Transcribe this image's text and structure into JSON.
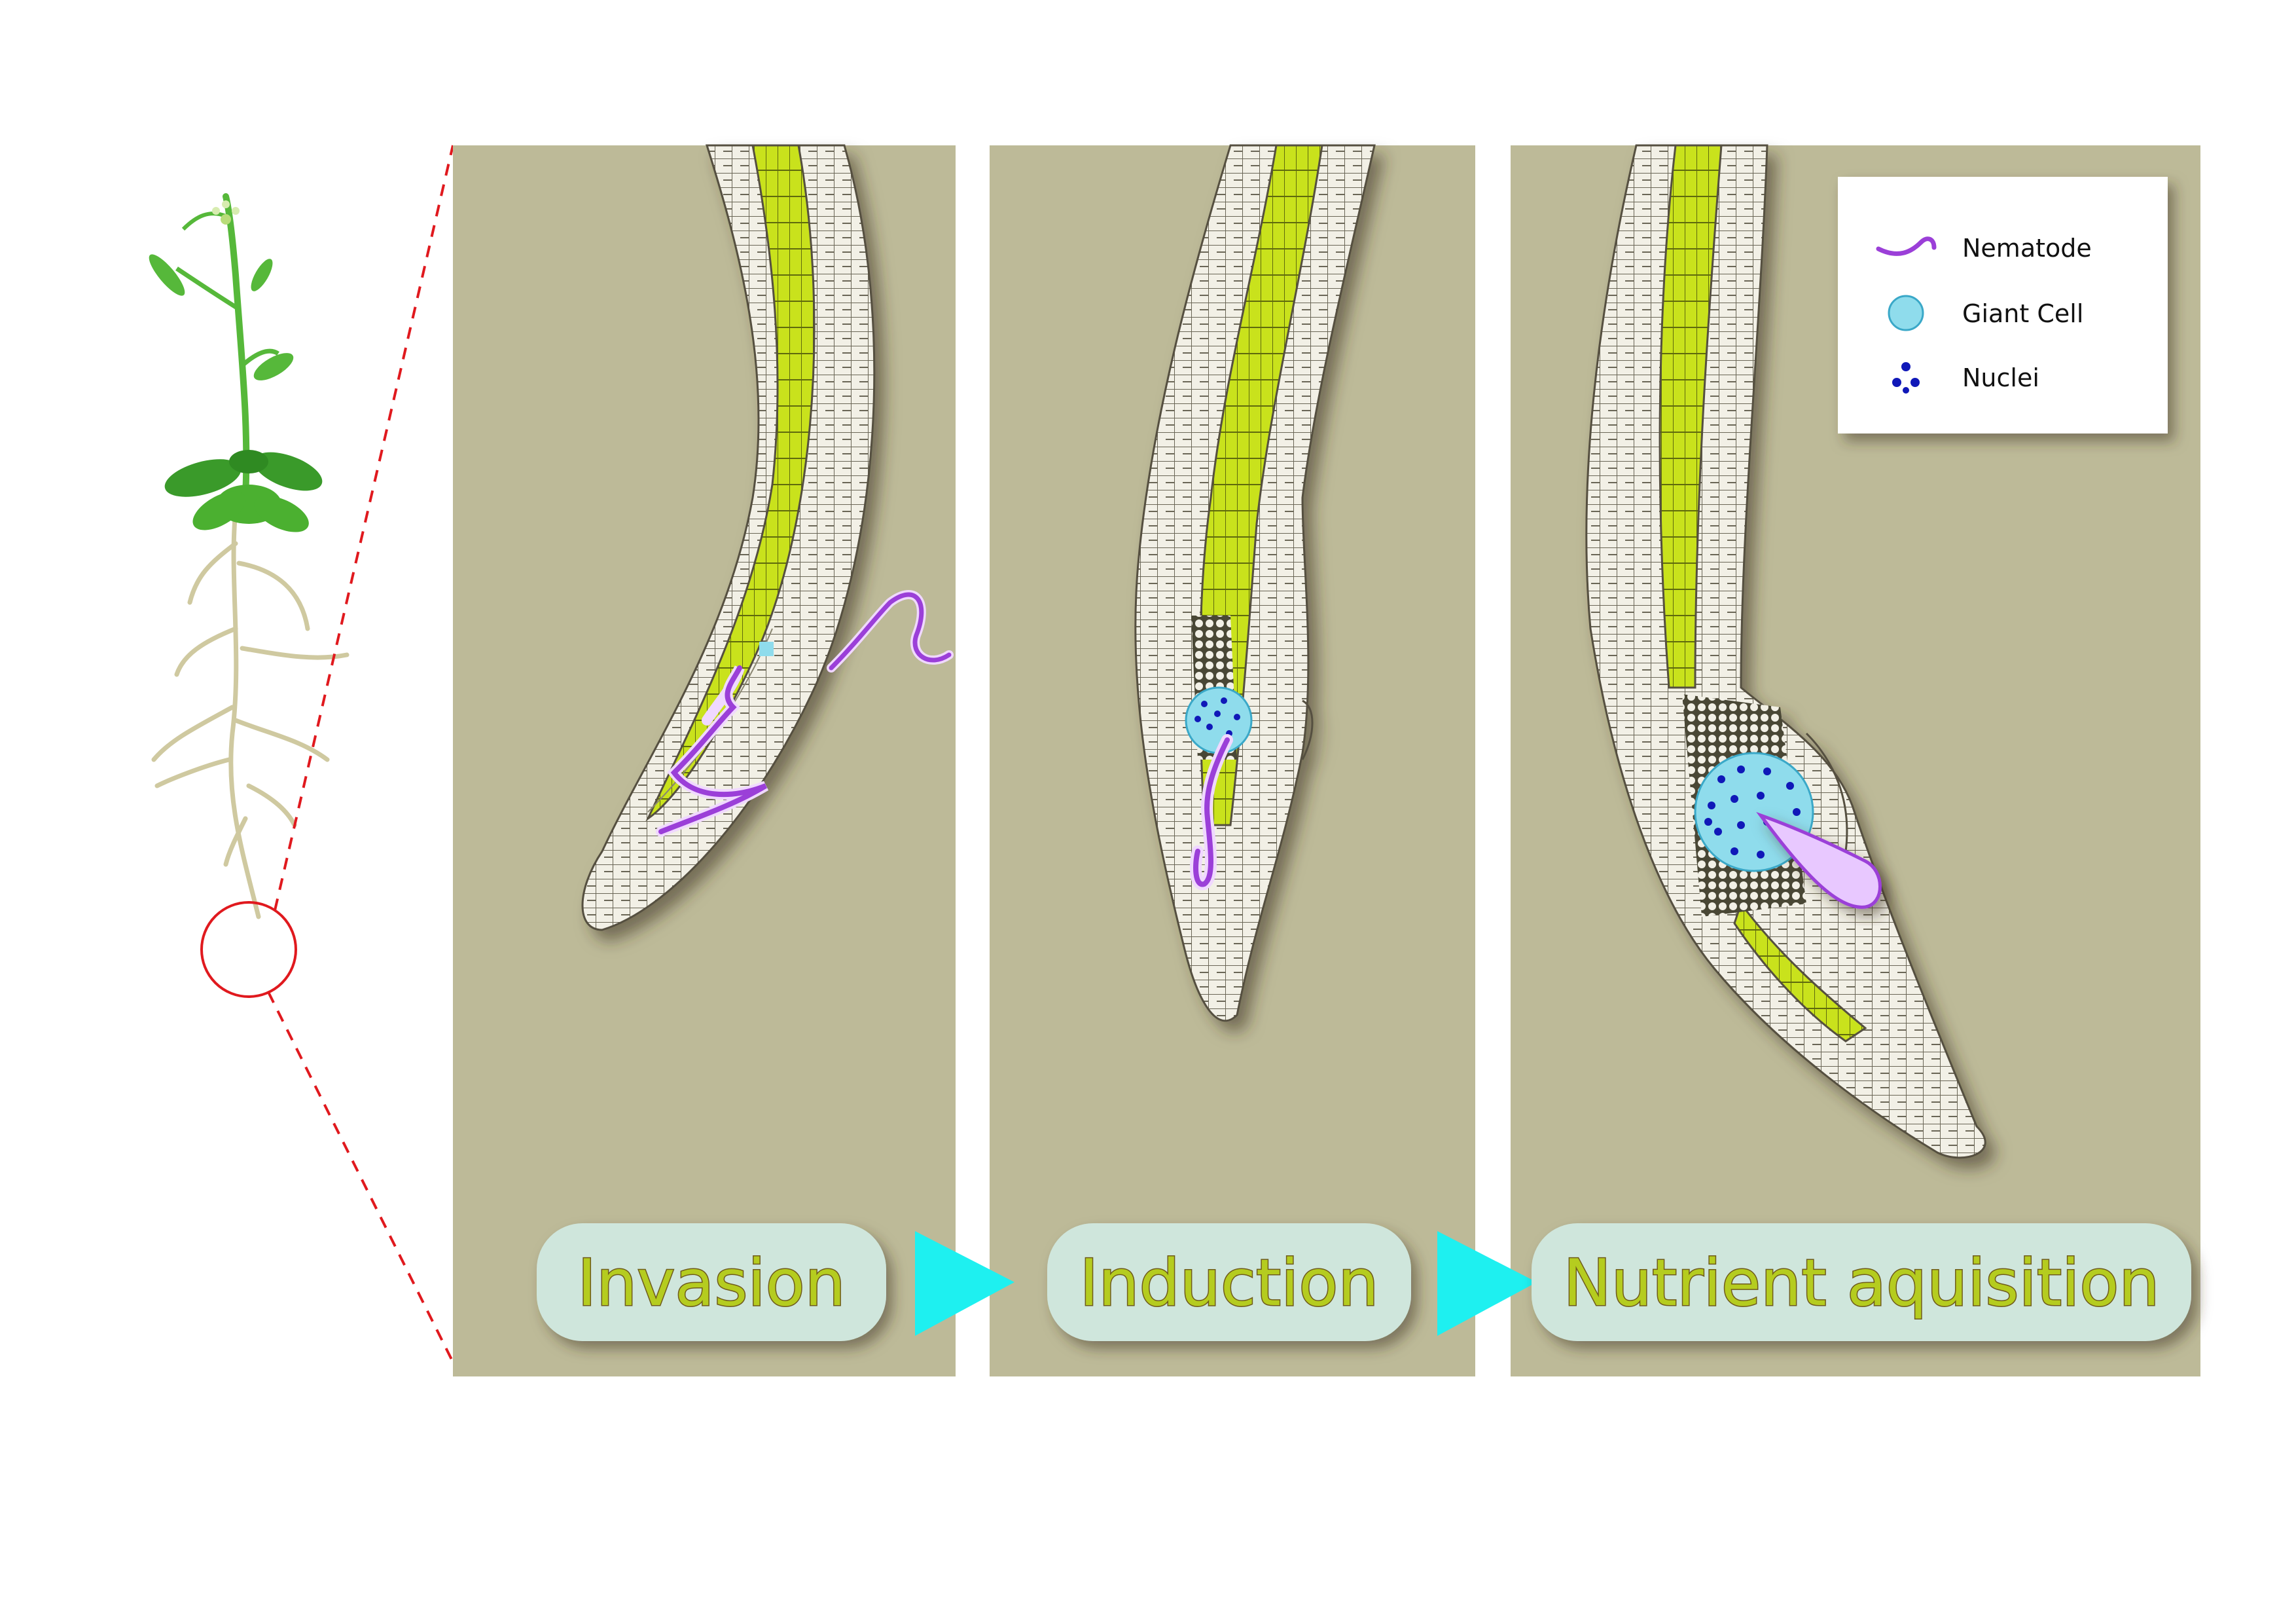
{
  "stages": [
    {
      "label": "Invasion"
    },
    {
      "label": "Induction"
    },
    {
      "label": "Nutrient aquisition"
    }
  ],
  "legend": {
    "items": [
      {
        "label": "Nematode",
        "icon": "nematode-icon"
      },
      {
        "label": "Giant Cell",
        "icon": "giant-cell-icon"
      },
      {
        "label": "Nuclei",
        "icon": "nuclei-icon"
      }
    ]
  },
  "colors": {
    "panel_background": "#bdba98",
    "root_tissue": "#f2f0e6",
    "vascular": "#c9e21c",
    "nematode": "#9b3fd8",
    "giant_cell": "#8fdcec",
    "nuclei": "#1018b8",
    "arrow": "#1ef0f0",
    "label_box": "#cfe6dc",
    "label_text": "#b5cc1f",
    "zoom_line": "#e0191e",
    "plant_stem": "#56b83a"
  }
}
